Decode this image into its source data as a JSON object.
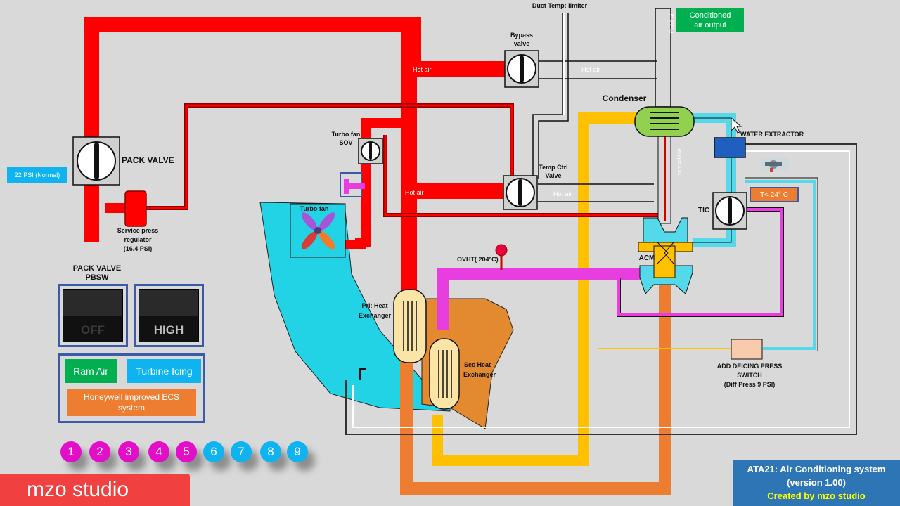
{
  "labels": {
    "duct_temp": "Duct Temp: limiter",
    "bypass_valve_1": "Bypass",
    "bypass_valve_2": "valve",
    "cold_air": "Cold air",
    "hot_air_top_left": "Hot air",
    "hot_air_top_right": "Hot air",
    "hot_air_mid_left": "Hot air",
    "hot_air_mid_right": "Hot air",
    "condenser": "Condenser",
    "water_extractor": "WATER EXTRACTOR",
    "turbo_fan_sov_1": "Turbo fan",
    "turbo_fan_sov_2": "SOV",
    "pack_valve": "PACK VALVE",
    "temp_ctrl_1": "Temp Ctrl",
    "temp_ctrl_2": "Valve",
    "very_cold_air": "very cold air",
    "tic": "TIC",
    "turbo_fan": "Turbo fan",
    "service_press_1": "Service press",
    "service_press_2": "regulator",
    "service_press_3": "(16.4 PSI)",
    "acm": "ACM",
    "ovht": "OVHT( 204°C)",
    "pri_hx_1": "Pri: Heat",
    "pri_hx_2": "Exchanger",
    "sec_hx_1": "Sec Heat",
    "sec_hx_2": "Exchanger",
    "deicing_1": "ADD DEICING PRESS",
    "deicing_2": "SWITCH",
    "deicing_3": "(Diff Press 9 PSI)"
  },
  "conditioned_air_1": "Conditioned",
  "conditioned_air_2": "air output",
  "psi_badge": "22 PSI (Normal)",
  "tic_temp": "T< 24° C",
  "pbsw_title_1": "PACK VALVE",
  "pbsw_title_2": "PBSW",
  "pbsw_off": "OFF",
  "pbsw_high": "HIGH",
  "ram_air": "Ram Air",
  "turbine_icing": "Turbine Icing",
  "honeywell_1": "Honeywell improved ECS",
  "honeywell_2": "system",
  "steps": [
    {
      "label": "1",
      "color": "pink"
    },
    {
      "label": "2",
      "color": "pink"
    },
    {
      "label": "3",
      "color": "pink"
    },
    {
      "label": "4",
      "color": "pink"
    },
    {
      "label": "5",
      "color": "pink"
    },
    {
      "label": "6",
      "color": "blue"
    },
    {
      "label": "7",
      "color": "blue"
    },
    {
      "label": "8",
      "color": "blue"
    },
    {
      "label": "9",
      "color": "blue"
    }
  ],
  "brand": "mzo studio",
  "info": {
    "title": "ATA21: Air Conditioning system",
    "version": "(version 1.00)",
    "credit": "Created by mzo studio"
  },
  "colors": {
    "hot_air": "#ff0000",
    "cold_air": "#54d9ea",
    "ram_air": "#ffc000",
    "ovht_loop": "#e83ee0",
    "exhaust": "#ed7d31",
    "turbo_duct": "#22d3e6"
  }
}
